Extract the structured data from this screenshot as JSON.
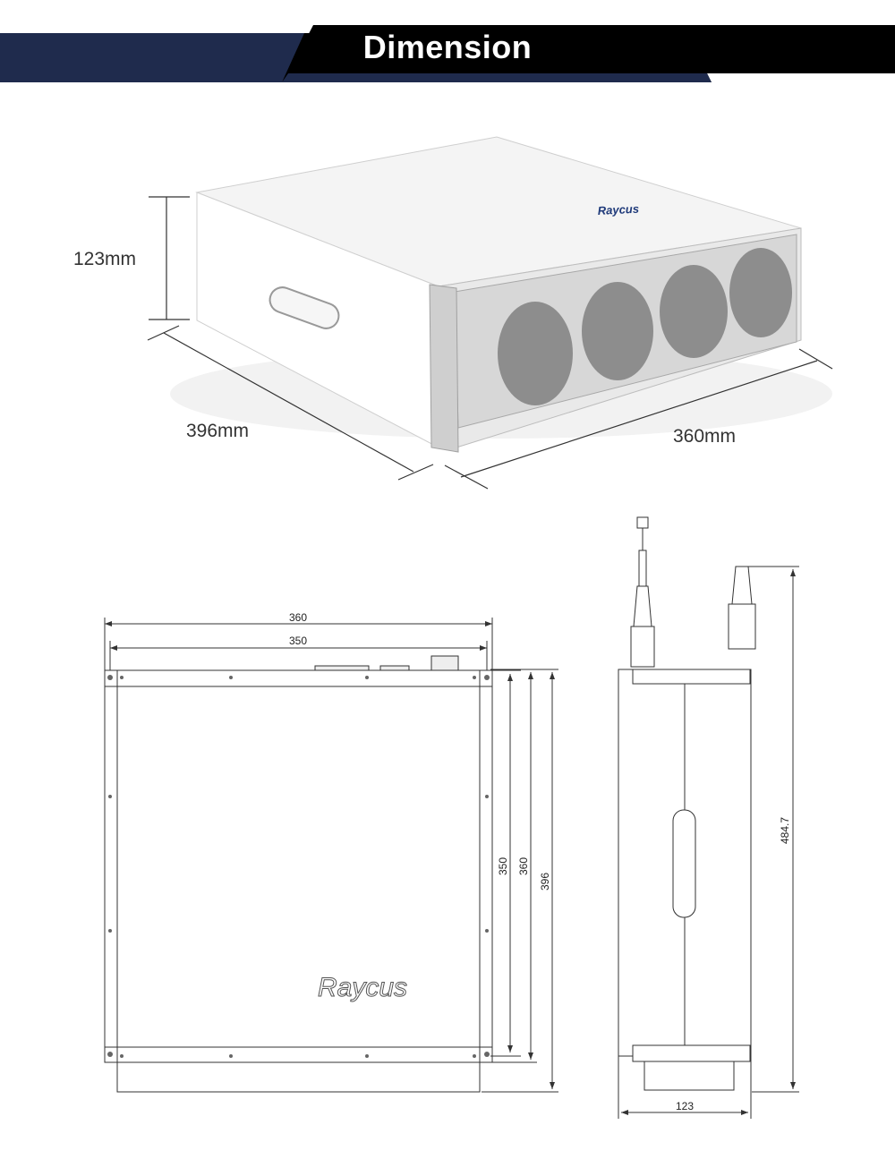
{
  "header": {
    "title": "Dimension"
  },
  "colors": {
    "banner_dark": "#1f2b4d",
    "banner_black": "#000000",
    "line": "#333333"
  },
  "photo": {
    "brand": "Raycus",
    "height_label": "123mm",
    "depth_label": "396mm",
    "width_label": "360mm"
  },
  "front_view": {
    "brand": "Raycus",
    "dims": {
      "outer_width": "360",
      "inner_width": "350",
      "h350": "350",
      "h360": "360",
      "h396": "396"
    }
  },
  "side_view": {
    "dims": {
      "height": "484.7",
      "width": "123"
    }
  }
}
